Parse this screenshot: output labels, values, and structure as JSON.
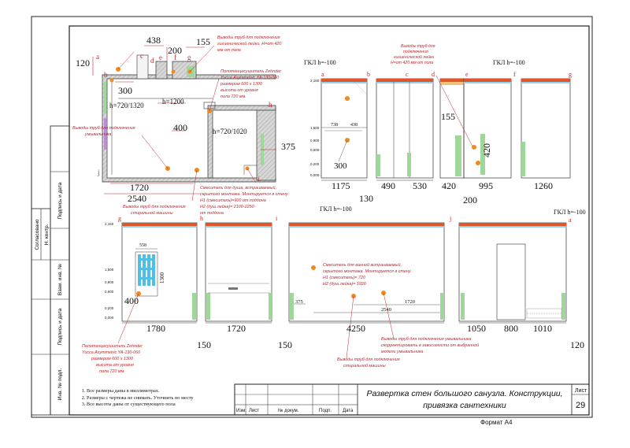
{
  "colors": {
    "frame": "#222222",
    "wall": "#cfcfcf",
    "wall_hatch": "#999999",
    "annotation_red": "#c0262c",
    "fixture_orange": "#f08a1e",
    "tile_band": "#e2542a",
    "green_marker": "#9fd69a",
    "zehnder_blue": "#50bfe8"
  },
  "plan": {
    "dims": {
      "d120": "120",
      "d438": "438",
      "d200": "200",
      "d155": "155",
      "d300": "300",
      "h720_1320": "h=720/1320",
      "h1200": "h=1200",
      "d400": "400",
      "h720_1020": "h=720/1020",
      "d375": "375",
      "d1720": "1720",
      "d2540": "2540"
    },
    "letters": {
      "a": "a",
      "b": "b",
      "c": "c",
      "d": "d",
      "e": "e",
      "f": "f",
      "g": "g",
      "h": "h",
      "i": "i",
      "j": "j"
    },
    "notes": {
      "hygienic_pipes": [
        "Выводы труб для подключения",
        "гигиенической лейки. H=от 420",
        "мм от пола"
      ],
      "zehnder": [
        "Полотенцесушитель Zehnder",
        "Yucca Asymmetric YA-130-060",
        "размером 600 x 1300",
        "высота от уровня",
        "пола 720 мм."
      ],
      "sink_pipes": [
        "Выводы труб для подключения",
        "умывальника"
      ],
      "shower_mixer": [
        "Смеситель для душа, встраиваемый,",
        "скрытого монтажа. Монтируется в стену.",
        "H1 (смеситель)=900 от поддона",
        "H2 (душ.лейка)= 2100-2250",
        "от поддона"
      ],
      "washer_pipes": [
        "Выводы труб для подключения",
        "стиральной машины"
      ]
    }
  },
  "top_elevations": {
    "gkl_left": "ГКЛ h=-100",
    "gkl_mid": "ГКЛ h=-100",
    "hygienic_note": [
      "Выводы труб для",
      "подключения",
      "гигиенической лейки",
      "H=от 420 мм от пола"
    ],
    "levels": {
      "l1": "2,160",
      "l2": "1,500",
      "l3": "0,900",
      "l4": "0,600",
      "l5": "0,200",
      "l6": "0,000"
    },
    "dims": {
      "d738": "738",
      "d438": "438",
      "d300": "300",
      "d1175": "1175",
      "d130": "130",
      "d490": "490",
      "d530": "530",
      "d420": "420",
      "d995": "995",
      "d1260": "1260",
      "d155": "155",
      "d420v": "420",
      "d200": "200"
    }
  },
  "bottom_elevations": {
    "gkl_i": "ГКЛ h=-100",
    "gkl_a": "ГКЛ h=-100",
    "d558": "558",
    "d1300": "1300",
    "d400": "400",
    "d1780": "1780",
    "d1720": "1720",
    "d150a": "150",
    "d150b": "150",
    "d375": "375",
    "d1720b": "1720",
    "d2540": "2540",
    "d4250": "4250",
    "d1050": "1050",
    "d800": "800",
    "d1010": "1010",
    "d120": "120",
    "zehnder_note": [
      "Полотенцесушитель Zehnder",
      "Yucca Asymmetric YA-130-060",
      "размером 600 x 1300",
      "высота от уровня",
      "пола 720 мм."
    ],
    "bath_mixer": [
      "Смеситель для ванной встраиваемый,",
      "скрытого монтажа. Монтируется в стену.",
      "H1 (смеситель)= 720",
      "H2 (душ.лейка)= 1920"
    ],
    "sink_pipes": [
      "Выводы труб для подключения умывальника",
      "скорректировать в зависимости от выбранной",
      "модели умывальника"
    ],
    "washer_pipes": [
      "Выводы труб для подключения",
      "стиральной машины"
    ],
    "levels": {
      "l1": "2,160",
      "l2": "1,500",
      "l3": "0,900",
      "l4": "0,600",
      "l5": "0,200",
      "l6": "0,000"
    }
  },
  "side_stamp": {
    "agreed": "Согласовано",
    "n_contr": "Н. контр.",
    "inv_replace": "Взам. инв. №",
    "sign_date_1": "Подпись и дата",
    "inv_orig": "Инв. № подл.",
    "sign_date_2": "Подпись и дата"
  },
  "notes": [
    "Все размеры даны в миллиметрах.",
    "Размеры с чертежа не снимать. Уточнить по месту",
    "Все высоты даны от существующего пола"
  ],
  "title_block": {
    "title_line1": "Развертка стен большого санузла. Конструкции,",
    "title_line2": "привязка сантехники",
    "sheet_label": "Лист",
    "sheet_number": "29",
    "headers": {
      "izm": "Изм.",
      "list": "Лист",
      "doc": "№ докум.",
      "sign": "Подп.",
      "date": "Дата"
    },
    "format": "Формат А4"
  }
}
